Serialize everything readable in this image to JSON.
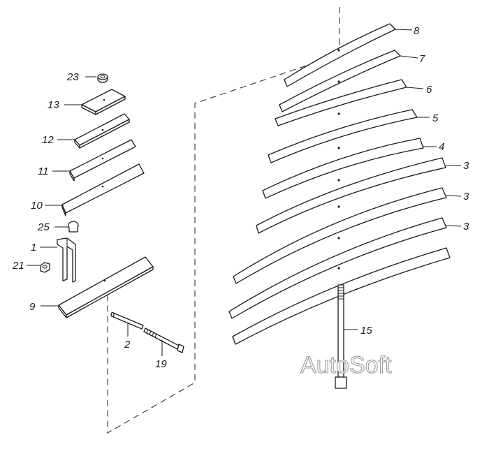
{
  "callouts": {
    "p8": "8",
    "p7": "7",
    "p6": "6",
    "p5": "5",
    "p4": "4",
    "p3a": "3",
    "p3b": "3",
    "p3c": "3",
    "p15": "15",
    "p23": "23",
    "p13": "13",
    "p12": "12",
    "p11": "11",
    "p10": "10",
    "p25": "25",
    "p1": "1",
    "p21": "21",
    "p9": "9",
    "p2": "2",
    "p19": "19"
  },
  "watermark": "AutoSoft",
  "colors": {
    "line": "#1a1a1a",
    "watermark_stroke": "#9a9a9a",
    "background": "#ffffff"
  }
}
